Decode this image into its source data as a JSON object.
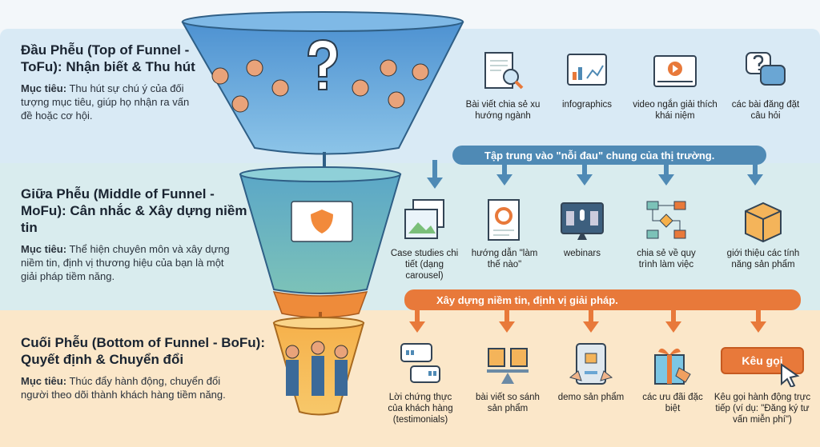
{
  "tofu": {
    "title": "Đầu Phễu (Top of Funnel - ToFu): Nhận biết & Thu hút",
    "goal_label": "Mục tiêu:",
    "goal_text": " Thu hút sự chú ý của đối tượng mục tiêu, giúp họ nhận ra vấn đề hoặc cơ hội.",
    "banner": "Tập trung vào \"nỗi đau\" chung của thị trường.",
    "color": "#4f8ab5",
    "items": [
      {
        "label": "Bài viết chia sẻ xu hướng ngành",
        "icon": "article-magnifier-icon"
      },
      {
        "label": "infographics",
        "icon": "infographic-icon"
      },
      {
        "label": "video ngắn giải thích khái niệm",
        "icon": "video-player-icon"
      },
      {
        "label": "các bài đăng đặt câu hỏi",
        "icon": "question-bubble-icon"
      }
    ]
  },
  "mofu": {
    "title": "Giữa Phễu (Middle of Funnel - MoFu): Cân nhắc & Xây dựng niềm tin",
    "goal_label": "Mục tiêu:",
    "goal_text": " Thể hiện chuyên môn và xây dựng niềm tin, định vị thương hiệu của bạn là một giải pháp tiềm năng.",
    "banner": "Xây dựng niềm tin, định vị giải pháp.",
    "color": "#e8793a",
    "items": [
      {
        "label": "Case studies chi tiết (dạng carousel)",
        "icon": "carousel-images-icon"
      },
      {
        "label": "hướng dẫn \"làm thế nào\"",
        "icon": "guide-gear-icon"
      },
      {
        "label": "webinars",
        "icon": "webinar-monitor-icon"
      },
      {
        "label": "chia sẻ về quy trình làm việc",
        "icon": "flowchart-icon"
      },
      {
        "label": "giới thiệu các tính năng sản phẩm",
        "icon": "product-box-icon"
      }
    ]
  },
  "bofu": {
    "title": "Cuối Phễu (Bottom of Funnel - BoFu): Quyết định & Chuyển đổi",
    "goal_label": "Mục tiêu:",
    "goal_text": " Thúc đẩy hành động, chuyển đổi người theo dõi thành khách hàng tiềm năng.",
    "items": [
      {
        "label": "Lời chứng thực của khách hàng (testimonials)",
        "icon": "testimonial-quote-icon"
      },
      {
        "label": "bài viết so sánh sản phẩm",
        "icon": "compare-scale-icon"
      },
      {
        "label": "demo sản phẩm",
        "icon": "tablet-demo-icon"
      },
      {
        "label": "các ưu đãi đặc biệt",
        "icon": "gift-discount-icon"
      },
      {
        "label": "Kêu gọi hành động trực tiếp (ví dụ: \"Đăng ký tư vấn miễn phí\")",
        "icon": "cta-cursor-icon"
      }
    ],
    "cta_button": "Kêu gọi"
  }
}
